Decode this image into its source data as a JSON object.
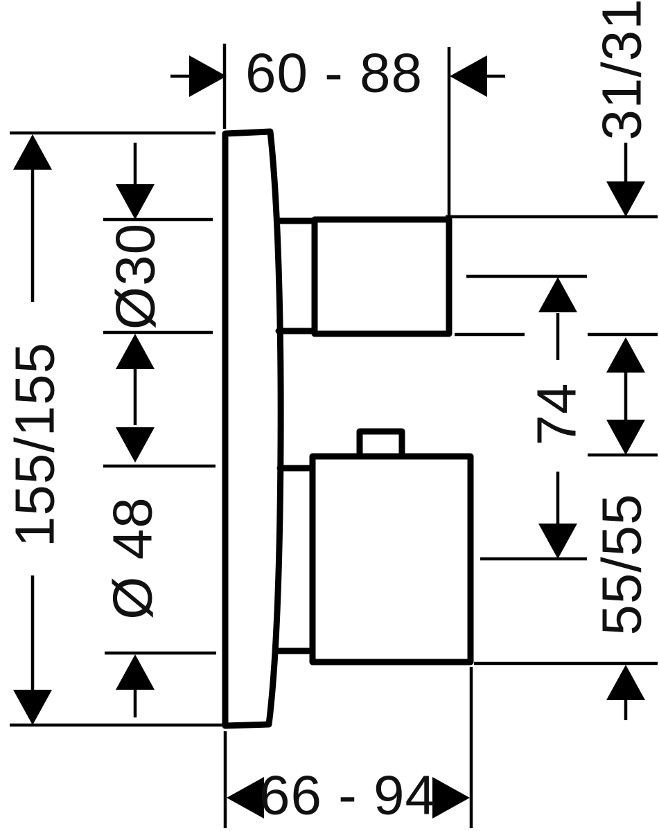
{
  "drawing": {
    "type": "technical-dimension-drawing",
    "background_color": "#ffffff",
    "line_color": "#000000",
    "dimensions": {
      "depth_range_top": "60 - 88",
      "offset_top_right": "31/31",
      "overall_height": "155/155",
      "top_handle_diameter": "Ø30",
      "bottom_handle_diameter": "Ø 48",
      "handle_axis_distance": "74",
      "bottom_handle_height": "55/55",
      "depth_range_bottom": "66 - 94"
    }
  }
}
